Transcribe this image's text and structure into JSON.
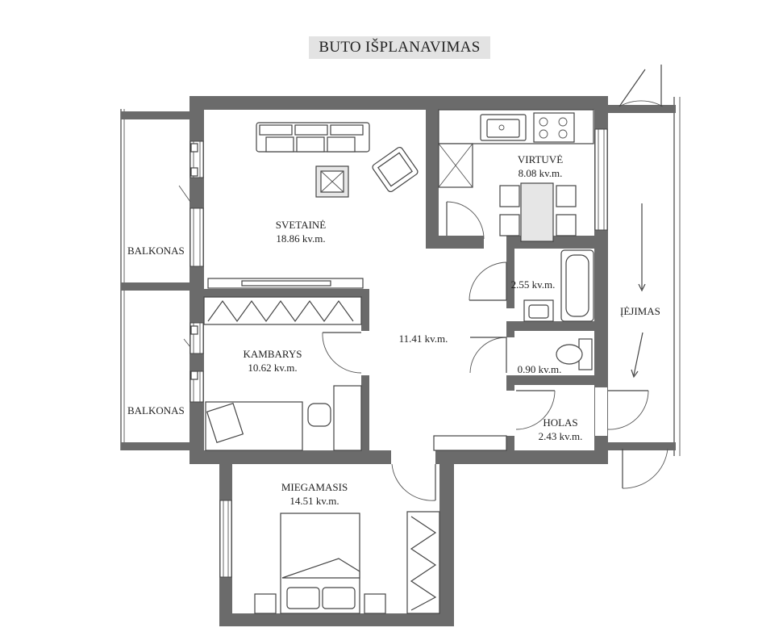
{
  "title": "BUTO IŠPLANAVIMAS",
  "rooms": {
    "svetaine": {
      "name": "SVETAINĖ",
      "area": "18.86 kv.m."
    },
    "virtuve": {
      "name": "VIRTUVĖ",
      "area": "8.08 kv.m."
    },
    "koridorius": {
      "area": "11.41 kv.m."
    },
    "vonia": {
      "area": "2.55 kv.m."
    },
    "wc": {
      "area": "0.90 kv.m."
    },
    "kambarys": {
      "name": "KAMBARYS",
      "area": "10.62 kv.m."
    },
    "holas": {
      "name": "HOLAS",
      "area": "2.43 kv.m."
    },
    "miegamasis": {
      "name": "MIEGAMASIS",
      "area": "14.51 kv.m."
    }
  },
  "balconies": [
    "BALKONAS",
    "BALKONAS"
  ],
  "entrance": "ĮĖJIMAS",
  "colors": {
    "wall": "#6b6b6b",
    "title_bg": "#e3e3e3",
    "line": "#444444"
  }
}
